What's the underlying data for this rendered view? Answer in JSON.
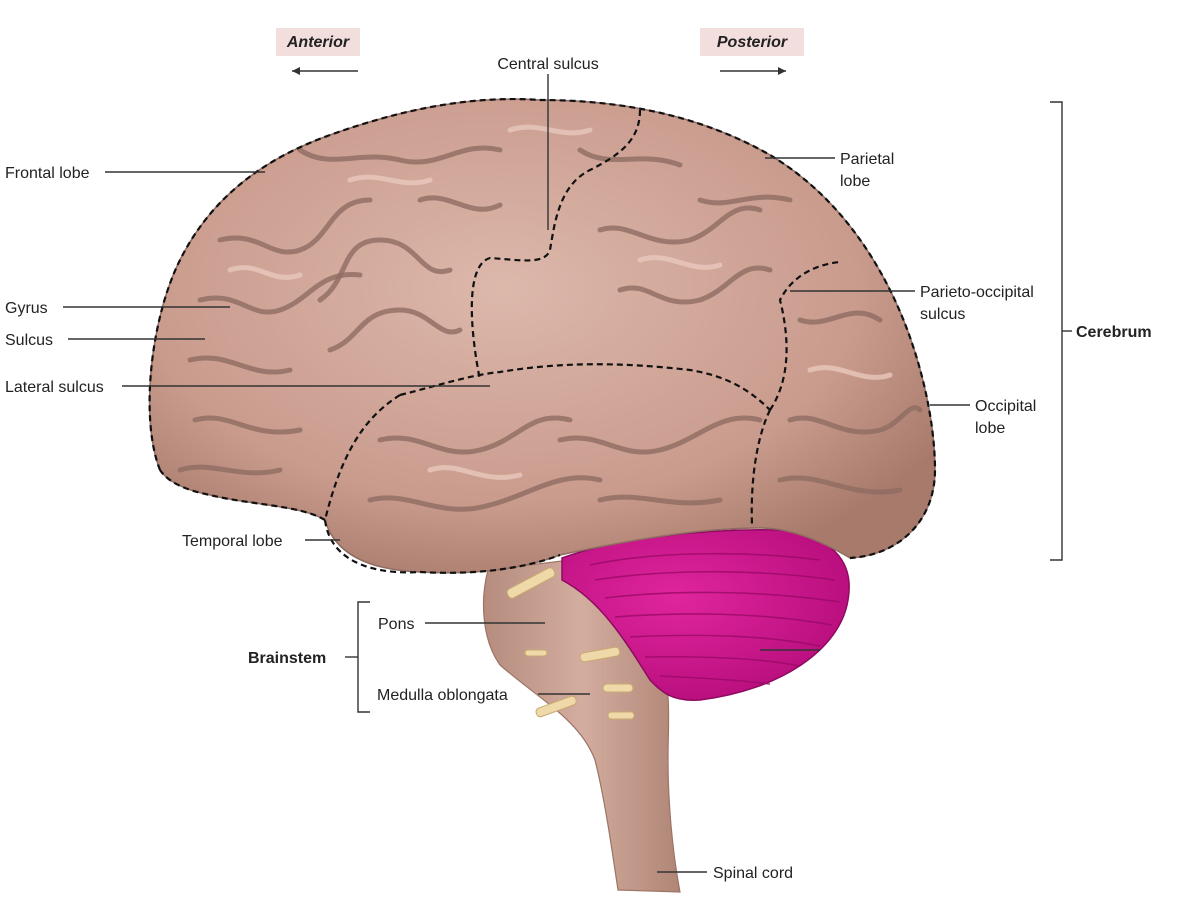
{
  "orientation": {
    "anterior": "Anterior",
    "posterior": "Posterior"
  },
  "labels": {
    "central_sulcus": "Central sulcus",
    "frontal_lobe": "Frontal lobe",
    "parietal_lobe_line1": "Parietal",
    "parietal_lobe_line2": "lobe",
    "gyrus": "Gyrus",
    "sulcus": "Sulcus",
    "parieto_occipital_line1": "Parieto-occipital",
    "parieto_occipital_line2": "sulcus",
    "lateral_sulcus": "Lateral sulcus",
    "occipital_lobe_line1": "Occipital",
    "occipital_lobe_line2": "lobe",
    "temporal_lobe": "Temporal lobe",
    "pons": "Pons",
    "medulla_oblongata": "Medulla oblongata",
    "spinal_cord": "Spinal cord"
  },
  "groups": {
    "cerebrum": "Cerebrum",
    "brainstem": "Brainstem"
  },
  "colors": {
    "cerebrum": "#c79a8c",
    "cerebrum_light": "#ddb8aa",
    "cerebellum": "#d4148f",
    "cerebellum_dark": "#a30a6c",
    "brainstem": "#c8a394",
    "label_box": "#f3dede"
  }
}
